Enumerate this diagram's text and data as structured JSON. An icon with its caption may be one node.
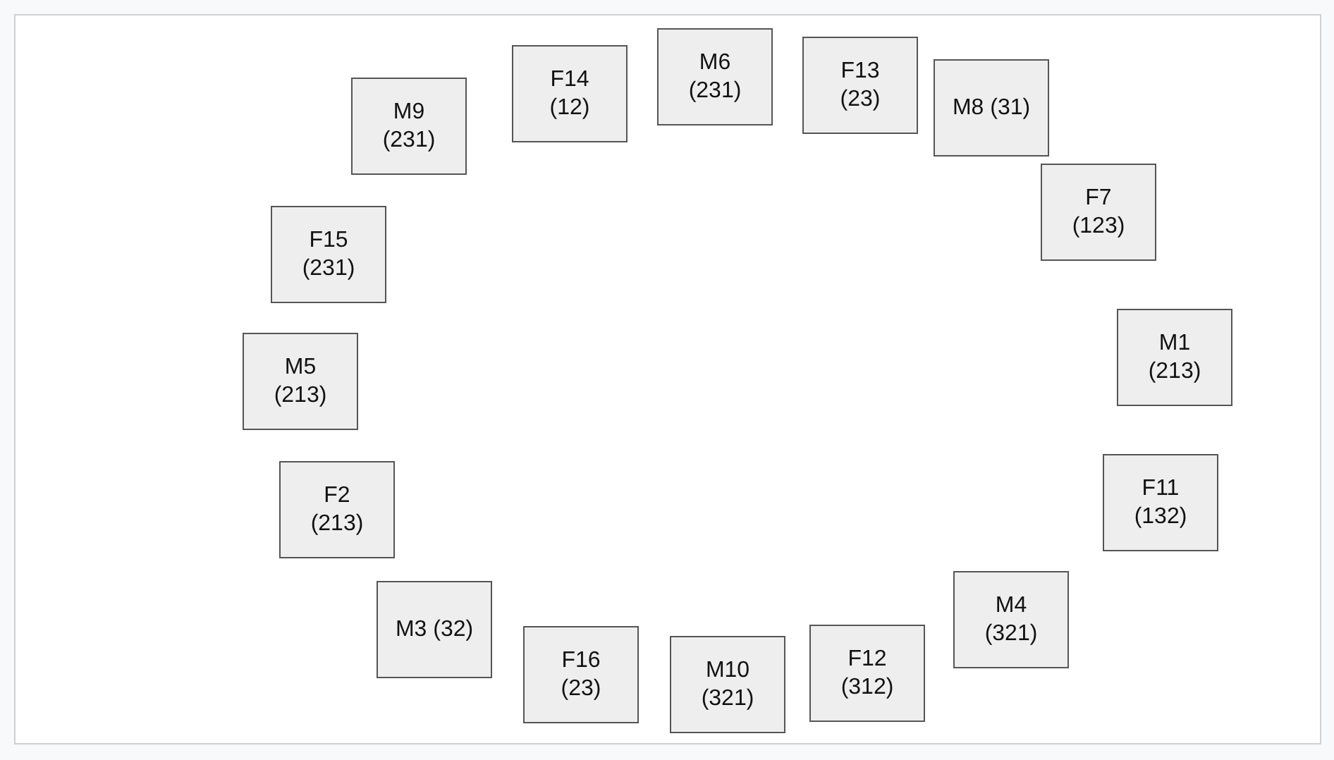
{
  "diagram": {
    "nodes": [
      {
        "text": [
          "M6 (231)"
        ]
      },
      {
        "text": [
          "F13 (23)"
        ]
      },
      {
        "text": [
          "F14 (12)"
        ]
      },
      {
        "text": [
          "M8 (31)"
        ]
      },
      {
        "text": [
          "M9 (231)"
        ]
      },
      {
        "text": [
          "F7 (123)"
        ]
      },
      {
        "text": [
          "F15 (231)"
        ]
      },
      {
        "text": [
          "M1 (213)"
        ]
      },
      {
        "text": [
          "M5 (213)"
        ]
      },
      {
        "text": [
          "F11 (132)"
        ]
      },
      {
        "text": [
          "F2 (213)"
        ]
      },
      {
        "text": [
          "M4 (321)"
        ]
      },
      {
        "text": [
          "M3 (32)"
        ]
      },
      {
        "text": [
          "F16 (23)"
        ]
      },
      {
        "text": [
          "F12 (312)"
        ]
      },
      {
        "text": [
          "M10 (321)"
        ]
      }
    ]
  }
}
